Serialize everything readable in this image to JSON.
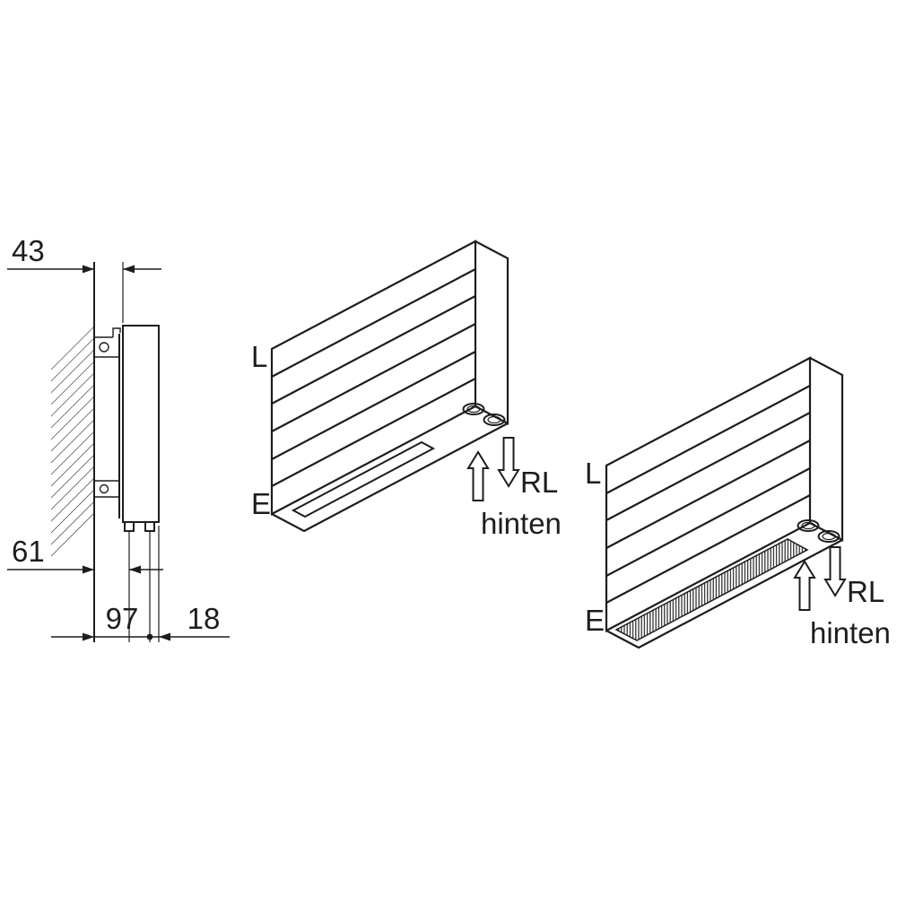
{
  "colors": {
    "ink": "#1d1d1b",
    "background": "#ffffff"
  },
  "section_view": {
    "dim_wall_clearance": "43",
    "dim_wall_to_pipe1": "61",
    "dim_wall_to_pipe2": "97",
    "dim_pipe_to_front": "18"
  },
  "iso_view_plain": {
    "supply_label": "L",
    "entry_label": "E",
    "return_label": "RL",
    "position_label": "hinten"
  },
  "iso_view_grille": {
    "supply_label": "L",
    "entry_label": "E",
    "return_label": "RL",
    "position_label": "hinten"
  }
}
